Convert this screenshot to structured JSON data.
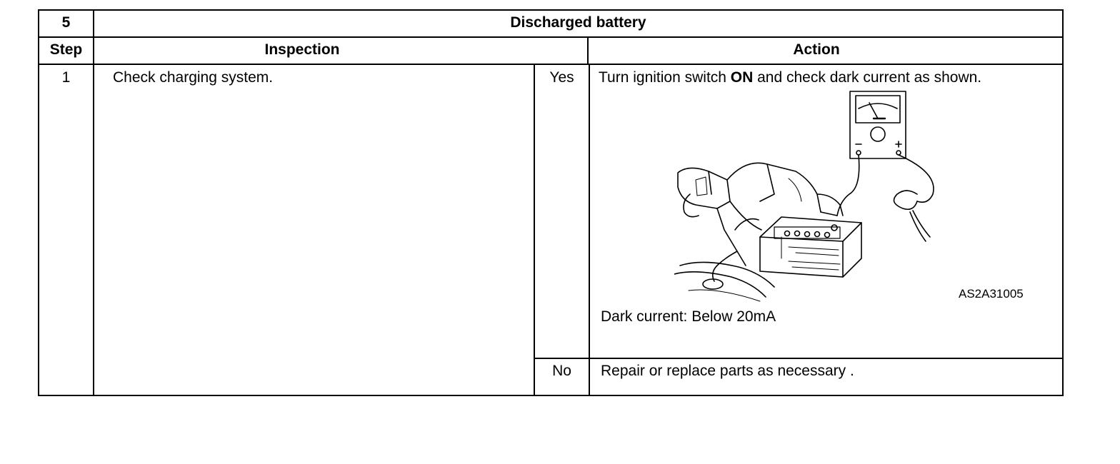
{
  "header": {
    "number": "5",
    "title": "Discharged battery"
  },
  "columns": {
    "step": "Step",
    "inspection": "Inspection",
    "action": "Action"
  },
  "row": {
    "step": "1",
    "inspection": "Check charging system.",
    "yes_label": "Yes",
    "yes_action_pre": "Turn ignition switch ",
    "yes_action_bold": "ON",
    "yes_action_post": " and check dark current as shown.",
    "figure_code": "AS2A31005",
    "spec": "Dark current: Below 20mA",
    "no_label": "No",
    "no_action": "Repair or replace parts as necessary ."
  }
}
